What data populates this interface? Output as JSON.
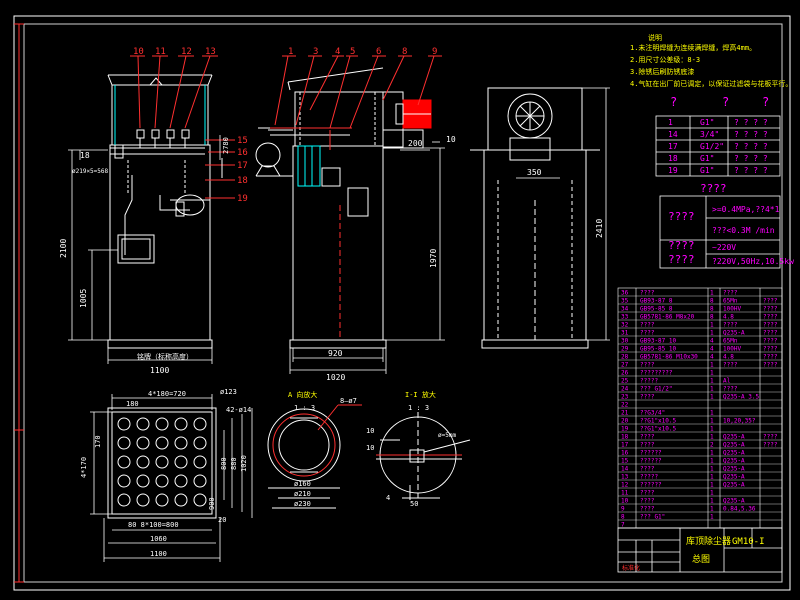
{
  "colors": {
    "background": "#000000",
    "frame": "#ffffff",
    "dimension": "#ffffff",
    "outline": "#ffffff",
    "callout": "#ff3030",
    "annotation": "#ffff00",
    "table_text": "#ff00ff",
    "bag": "#00ffff",
    "motor": "#ff0000"
  },
  "balloons": {
    "front": [
      "10",
      "11",
      "12",
      "13"
    ],
    "side": [
      "1",
      "3",
      "4",
      "5",
      "6",
      "8",
      "9"
    ],
    "right": [
      "15",
      "16",
      "17",
      "18",
      "19"
    ]
  },
  "dimensions": {
    "front_height": "2100",
    "front_lower": "1005",
    "front_width": "1100",
    "front_top_left": "18",
    "front_pipe_note": "ø219×5=568",
    "front_inner": "2780",
    "front_plate_label": "铭牌（标称高度）",
    "side_height": "1970",
    "side_width_inner": "920",
    "side_width_outer": "1020",
    "side_right": "10",
    "side_box": "200",
    "right_height": "2410",
    "right_flange": "350",
    "plan_top": "4*180=720",
    "plan_top_left": "180",
    "plan_bolt": "ø123",
    "plan_bolt_holes": "42-ø14",
    "plan_left": "4*170",
    "plan_left_small": "170",
    "plan_right_1": "800",
    "plan_right_2": "880",
    "plan_right_3": "1020",
    "plan_right_4": "900",
    "plan_bottom_1": "80 8*100=800",
    "plan_bottom_2": "1060",
    "plan_bottom_3": "1100",
    "plan_bottom_4": "20",
    "detail_a_title": "A 向放大",
    "detail_a_scale": "1 : 3",
    "detail_a_callout": "8—ø7",
    "detail_a_d1": "ø160",
    "detail_a_d2": "ø210",
    "detail_a_d3": "ø230",
    "detail_b_title": "I-I 放大",
    "detail_b_scale": "1 : 3",
    "detail_b_10a": "10",
    "detail_b_10b": "10",
    "detail_b_4": "4",
    "detail_b_50": "50",
    "detail_b_callout": "ø=5mm"
  },
  "notes": {
    "title": "说明",
    "lines": [
      "1.未注明焊缝为连续满焊缝，焊高4mm。",
      "2.用尺寸公差级：8-3",
      "3.除锈后刷防锈底漆",
      "4.气缸在出厂前已调定，以保证过滤袋与花板平行。"
    ]
  },
  "top_table": {
    "header": [
      "?",
      "?",
      "?"
    ],
    "rows": [
      [
        "1",
        "G1\"",
        "? ? ? ?"
      ],
      [
        "14",
        "3/4\"",
        "? ? ? ?"
      ],
      [
        "17",
        "G1/2\"",
        "? ? ? ?"
      ],
      [
        "18",
        "G1\"",
        "? ? ? ?"
      ],
      [
        "19",
        "G1\"",
        "? ? ? ?"
      ]
    ]
  },
  "spec_table": {
    "header": "????",
    "rows": [
      {
        "label": "????",
        "values": [
          ">=0.4MPa,??4*1",
          "???<0.3M  /min"
        ]
      },
      {
        "label": "????",
        "values": [
          "~220V"
        ]
      },
      {
        "label": "????",
        "values": [
          "?220V,50Hz,10.5kw"
        ]
      }
    ]
  },
  "bom": {
    "rows": [
      [
        "36",
        "????",
        "1",
        "????",
        ""
      ],
      [
        "35",
        "GB93-87 8",
        "8",
        "65Mn",
        "????"
      ],
      [
        "34",
        "GB95-85 8",
        "8",
        "100HV",
        "????"
      ],
      [
        "33",
        "GB5781-86  M8x20",
        "8",
        "4.8",
        "????"
      ],
      [
        "32",
        "????",
        "1",
        "????",
        "????"
      ],
      [
        "31",
        "????",
        "1",
        "Q235-A",
        "????"
      ],
      [
        "30",
        "GB93-87  10",
        "4",
        "65Mn",
        "????"
      ],
      [
        "29",
        "GB95-85  10",
        "4",
        "100HV",
        "????"
      ],
      [
        "28",
        "GB5781-86  M10x30",
        "4",
        "4.8",
        "????"
      ],
      [
        "27",
        "????",
        "1",
        "????",
        "????"
      ],
      [
        "26",
        "?????????",
        "1",
        "",
        ""
      ],
      [
        "25",
        "?????",
        "1",
        "Al",
        ""
      ],
      [
        "24",
        "??? G1/2\"",
        "1",
        "????",
        ""
      ],
      [
        "23",
        "????",
        "1",
        "Q235-A 3.5",
        ""
      ],
      [
        "22",
        "",
        "",
        "",
        ""
      ],
      [
        "21",
        "??G3/4\"",
        "1",
        "",
        ""
      ],
      [
        "20",
        "??G1\"x10.5",
        "1",
        "10,20,35?",
        ""
      ],
      [
        "19",
        "??G1\"x10.5",
        "1",
        "",
        ""
      ],
      [
        "18",
        "????",
        "1",
        "Q235-A",
        "????"
      ],
      [
        "17",
        "????",
        "2",
        "Q235-A",
        "????"
      ],
      [
        "16",
        "??????",
        "1",
        "Q235-A",
        ""
      ],
      [
        "15",
        "??????",
        "1",
        "Q235-A",
        ""
      ],
      [
        "14",
        "????",
        "1",
        "Q235-A",
        ""
      ],
      [
        "13",
        "?????",
        "1",
        "Q235-A",
        ""
      ],
      [
        "12",
        "??????",
        "1",
        "Q235-A",
        ""
      ],
      [
        "11",
        "????",
        "1",
        "",
        ""
      ],
      [
        "10",
        "????",
        "1",
        "Q235-A",
        ""
      ],
      [
        "9",
        "????",
        "1",
        "0.84,5.36",
        ""
      ],
      [
        "8",
        "??? G1\"",
        "1",
        "",
        ""
      ],
      [
        "7",
        "",
        "",
        "",
        ""
      ]
    ]
  },
  "title_block": {
    "name": "库顶除尘器",
    "sub": "总图",
    "code": "GM10-I",
    "footer": "标准化"
  }
}
